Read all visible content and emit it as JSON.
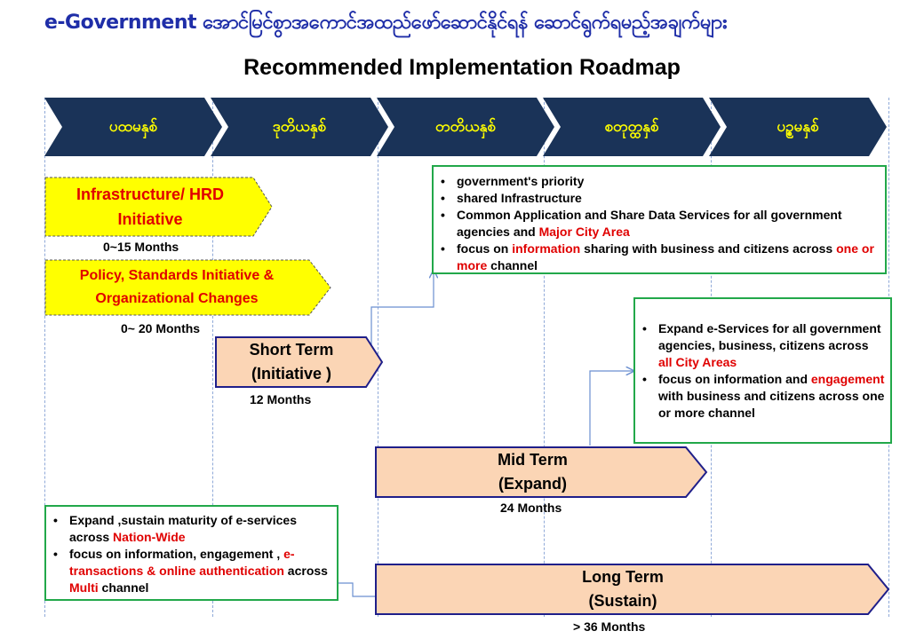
{
  "header": {
    "title": "e-Government အောင်မြင်စွာအကောင်အထည်ဖော်ဆောင်နိုင်ရန် ဆောင်ရွက်ရမည့်အချက်များ",
    "subtitle": "Recommended Implementation Roadmap"
  },
  "phases": [
    "ပထမနှစ်",
    "ဒုတိယနှစ်",
    "တတိယနှစ်",
    "စတုတ္ထနှစ်",
    "ပဉ္စမနှစ်"
  ],
  "initiatives": [
    {
      "line1": "Infrastructure/ HRD",
      "line2": "Initiative",
      "duration": "0~15 Months"
    },
    {
      "line1": "Policy, Standards  Initiative  &",
      "line2": "Organizational  Changes",
      "duration": "0~ 20 Months"
    }
  ],
  "terms": [
    {
      "name": "Short Term",
      "sub": "(Initiative )",
      "duration": "12 Months"
    },
    {
      "name": "Mid Term",
      "sub": "(Expand)",
      "duration": "24  Months"
    },
    {
      "name": "Long Term",
      "sub": "(Sustain)",
      "duration": "> 36 Months"
    }
  ],
  "boxes": {
    "short": {
      "b1": "government's priority",
      "b2": "shared Infrastructure",
      "b3a": "Common Application and Share Data Services for  all government agencies and ",
      "b3red": "Major City Area",
      "b4a": " focus on ",
      "b4red1": "information ",
      "b4b": " sharing with business and citizens across ",
      "b4red2": "one or more",
      "b4c": " channel"
    },
    "mid": {
      "b1a": "Expand e-Services for  all government agencies, business, citizens  across  ",
      "b1red": "all City Areas",
      "b2a": "focus on  information and ",
      "b2red": "engagement",
      "b2b": " with business and citizens across one or more channel"
    },
    "long": {
      "b1a": "Expand ,sustain maturity  of e-services across  ",
      "b1red": "Nation-Wide",
      "b2a": "focus on  information, engagement , ",
      "b2red": "e-transactions & online authentication",
      "b2b": "  across ",
      "b2red2": "Multi",
      "b2c": "  channel"
    }
  },
  "colors": {
    "title_blue": "#1f2ea8",
    "phase_navy": "#1a3358",
    "phase_text": "#ffff00",
    "initiative_fill": "#ffff00",
    "term_fill": "#fbd5b5",
    "term_border": "#1f1f8a",
    "box_border": "#22a84a",
    "highlight_red": "#e00000"
  }
}
